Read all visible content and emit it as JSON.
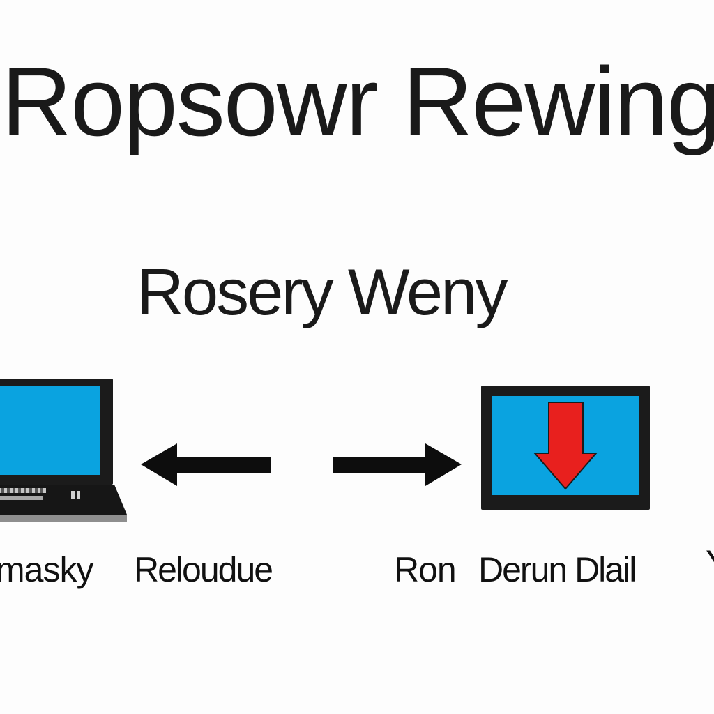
{
  "title": "Ropsowr Rewing",
  "subtitle": "Rosery Weny",
  "left_device": {
    "caption_1": "masky",
    "caption_2": "Reloudue"
  },
  "right_device": {
    "caption_1": "Ron",
    "caption_2": "Derun Dlail"
  },
  "edge_fragment": "Y",
  "colors": {
    "screen_blue": "#0aa3e0",
    "arrow_red": "#e8201e",
    "frame_dark": "#1b1b1b",
    "text": "#111111",
    "background": "#fdfdfd"
  }
}
